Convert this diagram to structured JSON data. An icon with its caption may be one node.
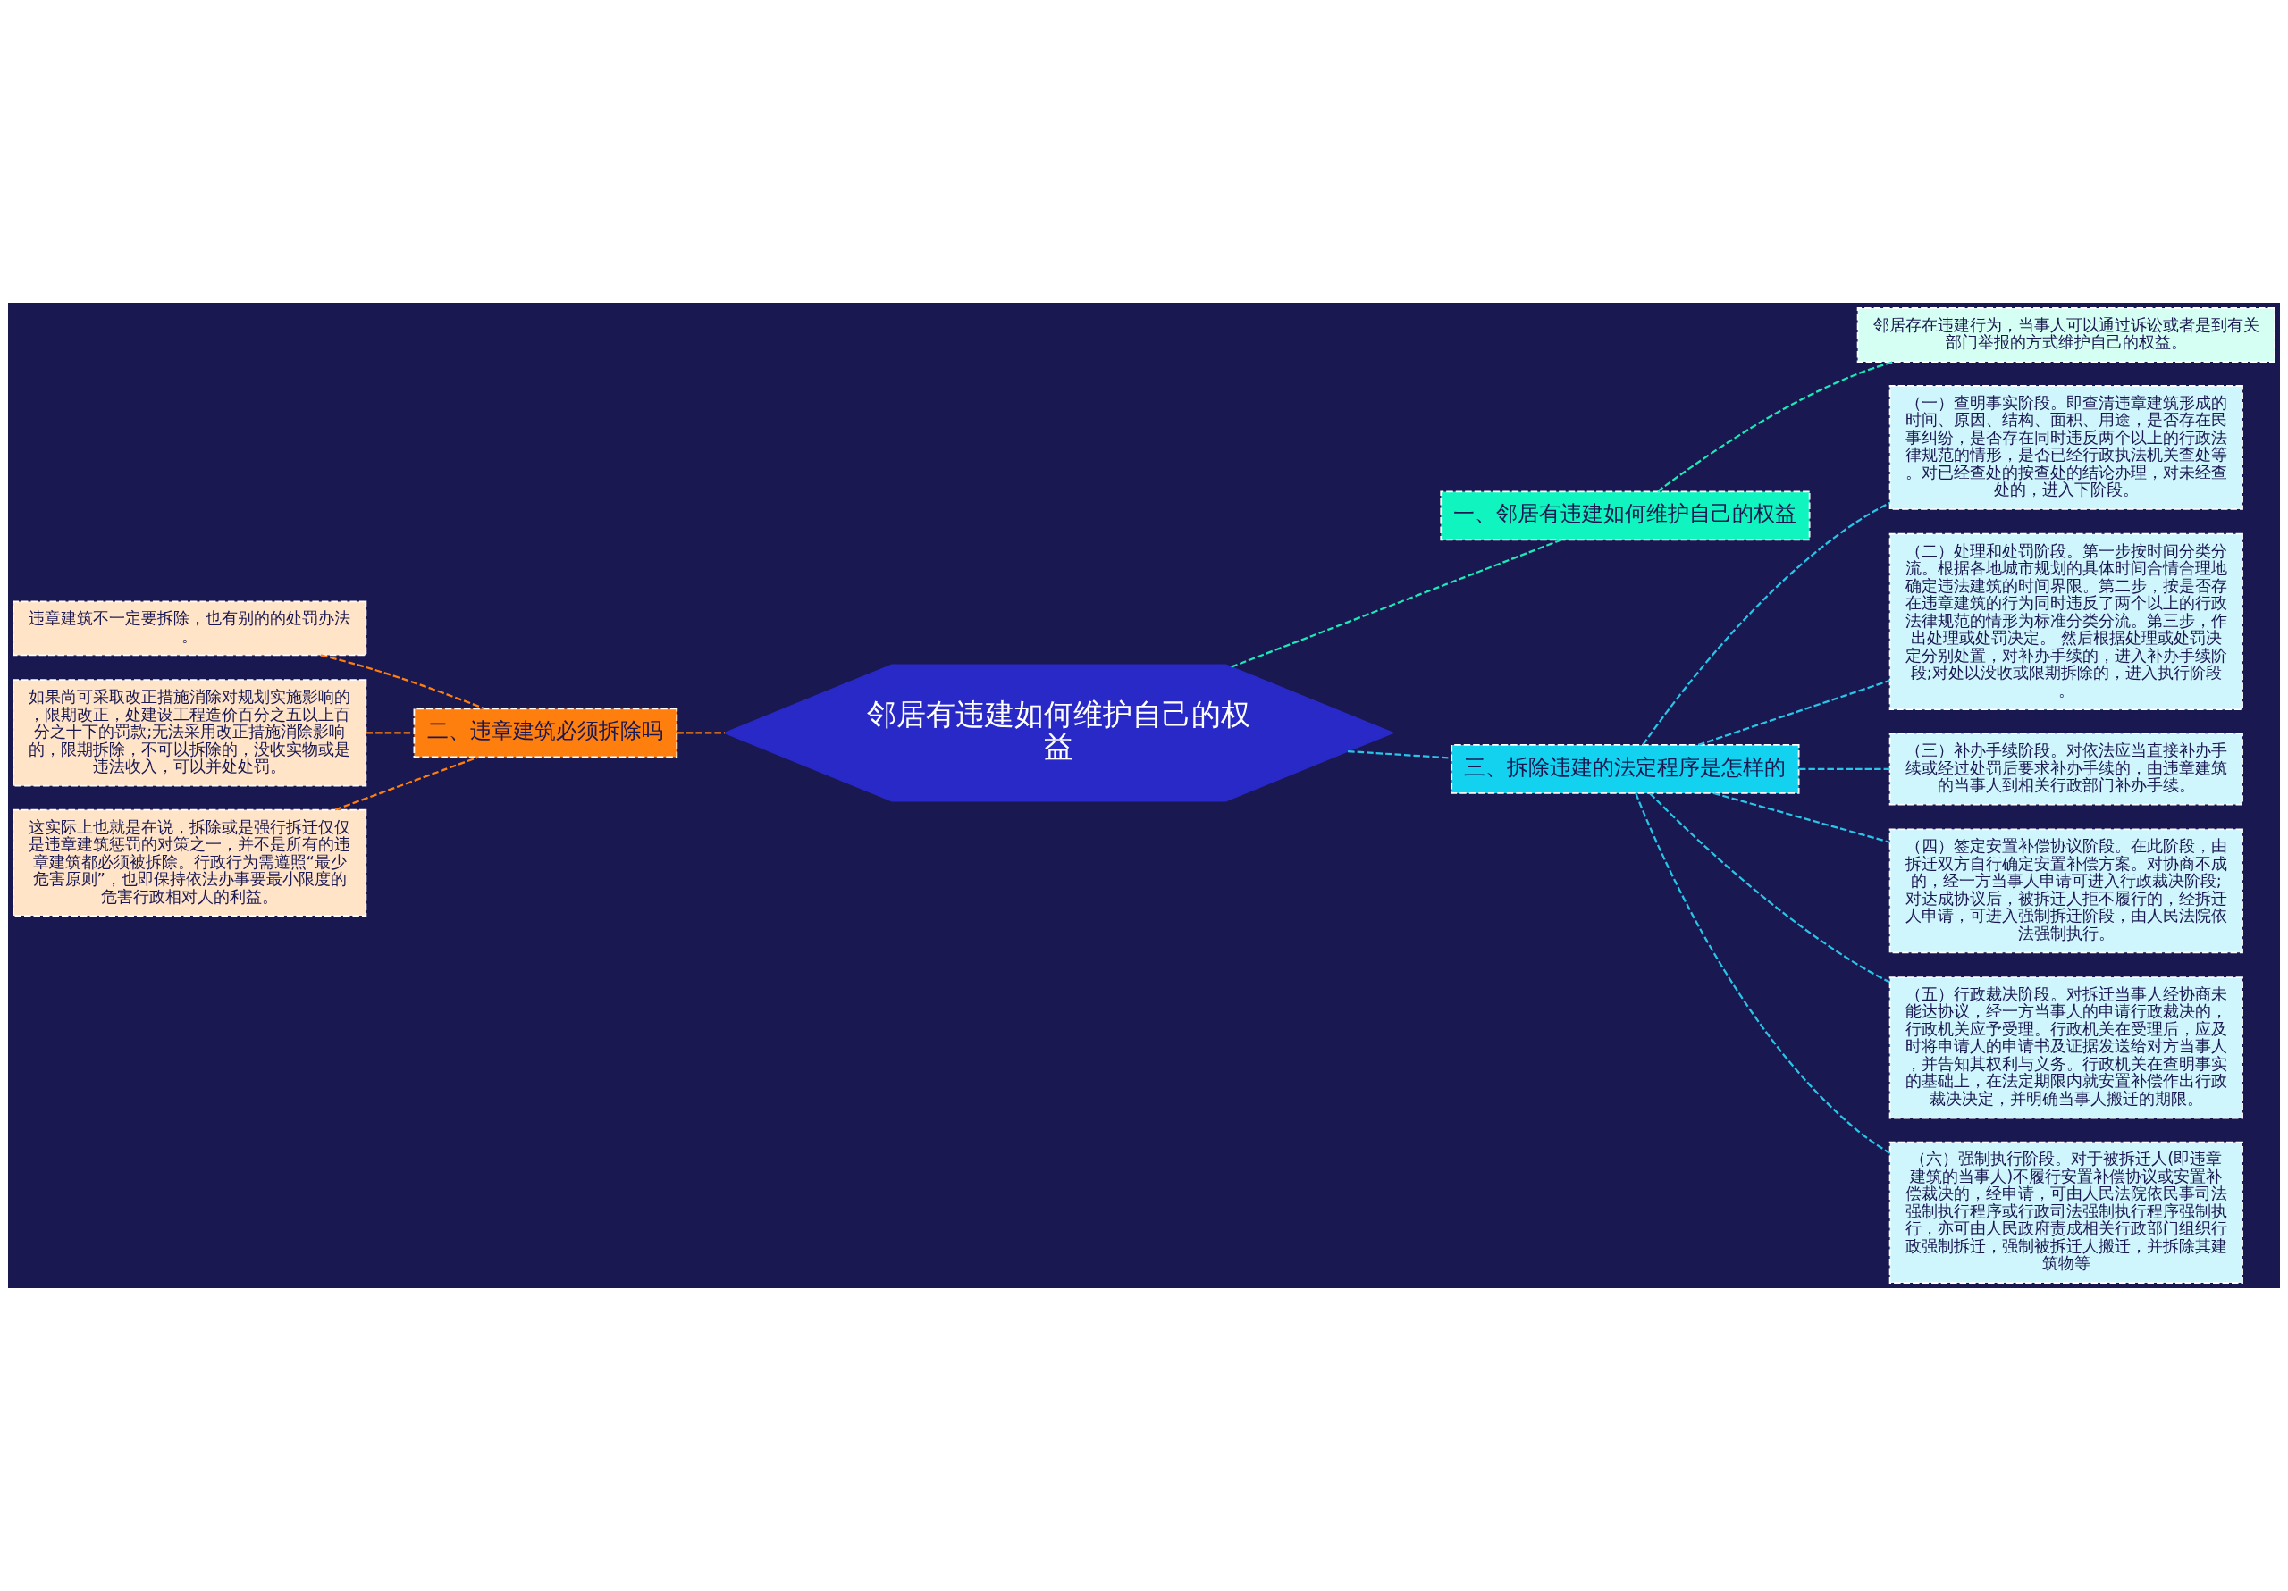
{
  "diagram": {
    "nodes": [
      {
        "text": [
          "邻居有违建如何维护自己的权益"
        ]
      },
      {
        "text": [
          "一、邻居有违建如何维护自己的权益"
        ]
      },
      {
        "text": [
          "邻居存在违建行为，当事人可以通过诉讼或者是到有关部门举报的方式维护自己的权益。"
        ]
      },
      {
        "text": [
          "二、违章建筑必须拆除吗"
        ]
      },
      {
        "text": [
          "违章建筑不一定要拆除，也有别的的处罚办法。"
        ]
      },
      {
        "text": [
          "如果尚可采取改正措施消除对规划实施影响的，限期改正，处建设工程造价百分之五以上百分之十下的罚款;无法采用改正措施消除影响的，限期拆除，不可以拆除的，没收实物或是违法收入，可以并处处罚。"
        ]
      },
      {
        "text": [
          "这实际上也就是在说，拆除或是强行拆迁仅仅是违章建筑惩罚的对策之一，并不是所有的违章建筑都必须被拆除。行政行为需遵照“最少危害原则”，也即保持依法办事要最小限度的危害行政相对人的利益。"
        ]
      },
      {
        "text": [
          "三、拆除违建的法定程序是怎样的"
        ]
      },
      {
        "text": [
          "（一）查明事实阶段。即查清违章建筑形成的时间、原因、结构、面积、用途，是否存在民事纠纷，是否存在同时违反两个以上的行政法律规范的情形，是否已经行政执法机关查处等。对已经查处的按查处的结论办理，对未经查处的，进入下阶段。"
        ]
      },
      {
        "text": [
          "（二）处理和处罚阶段。第一步按时间分类分流。根据各地城市规划的具体时间合情合理地确定违法建筑的时间界限。第二步，按是否存在违章建筑的行为同时违反了两个以上的行政法律规范的情形为标准分类分流。第三步，作出处理或处罚决定。 然后根据处理或处罚决定分别处置，对补办手续的，进入补办手续阶段;对处以没收或限期拆除的，进入执行阶段。"
        ]
      },
      {
        "text": [
          "（三）补办手续阶段。对依法应当直接补办手续或经过处罚后要求补办手续的，由违章建筑的当事人到相关行政部门补办手续。"
        ]
      },
      {
        "text": [
          "（四）签定安置补偿协议阶段。在此阶段，由拆迁双方自行确定安置补偿方案。对协商不成的，经一方当事人申请可进入行政裁决阶段;对达成协议后，被拆迁人拒不履行的，经拆迁人申请，可进入强制拆迁阶段，由人民法院依法强制执行。"
        ]
      },
      {
        "text": [
          "（五）行政裁决阶段。对拆迁当事人经协商未能达协议，经一方当事人的申请行政裁决的，行政机关应予受理。行政机关在受理后，应及时将申请人的申请书及证据发送给对方当事人，并告知其权利与义务。行政机关在查明事实的基础上，在法定期限内就安置补偿作出行政裁决决定，并明确当事人搬迁的期限。"
        ]
      },
      {
        "text": [
          "（六）强制执行阶段。对于被拆迁人(即违章建筑的当事人)不履行安置补偿协议或安置补偿裁决的，经申请，可由人民法院依民事司法强制执行程序或行政司法强制执行程序强制执行，亦可由人民政府责成相关行政部门组织行政强制拆迁，强制被拆迁人搬迁，并拆除其建筑物等"
        ]
      }
    ],
    "edges": [
      {
        "from": 0,
        "to": 1,
        "arrow": "none",
        "style": "dashed",
        "color": "#1de9b6"
      },
      {
        "from": 1,
        "to": 2,
        "arrow": "none",
        "style": "dashed",
        "color": "#1de9b6"
      },
      {
        "from": 0,
        "to": 3,
        "arrow": "none",
        "style": "dashed",
        "color": "#ff7f0e"
      },
      {
        "from": 3,
        "to": 4,
        "arrow": "none",
        "style": "dashed",
        "color": "#ff7f0e"
      },
      {
        "from": 3,
        "to": 5,
        "arrow": "none",
        "style": "dashed",
        "color": "#ff7f0e"
      },
      {
        "from": 3,
        "to": 6,
        "arrow": "none",
        "style": "dashed",
        "color": "#ff7f0e"
      },
      {
        "from": 0,
        "to": 7,
        "arrow": "none",
        "style": "dashed",
        "color": "#29c5e6"
      },
      {
        "from": 7,
        "to": 8,
        "arrow": "none",
        "style": "dashed",
        "color": "#29c5e6"
      },
      {
        "from": 7,
        "to": 9,
        "arrow": "none",
        "style": "dashed",
        "color": "#29c5e6"
      },
      {
        "from": 7,
        "to": 10,
        "arrow": "none",
        "style": "dashed",
        "color": "#29c5e6"
      },
      {
        "from": 7,
        "to": 11,
        "arrow": "none",
        "style": "dashed",
        "color": "#29c5e6"
      },
      {
        "from": 7,
        "to": 12,
        "arrow": "none",
        "style": "dashed",
        "color": "#29c5e6"
      },
      {
        "from": 7,
        "to": 13,
        "arrow": "none",
        "style": "dashed",
        "color": "#29c5e6"
      }
    ]
  }
}
